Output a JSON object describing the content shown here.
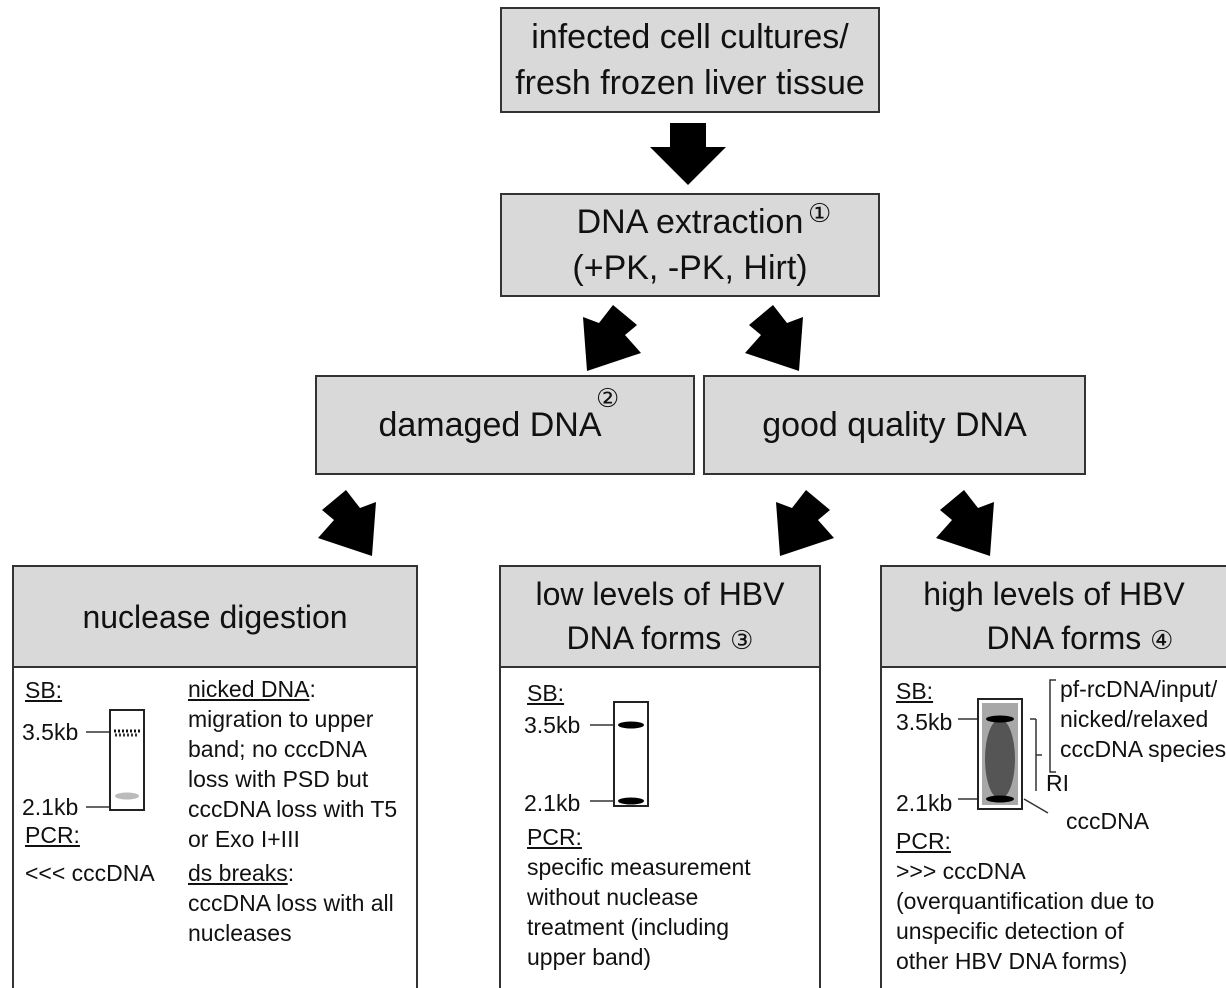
{
  "top_box": {
    "line1": "infected cell cultures/",
    "line2": "fresh frozen liver tissue"
  },
  "extraction_box": {
    "line1": "DNA extraction",
    "marker": "①",
    "line2": "(+PK, -PK, Hirt)"
  },
  "damaged_box": {
    "label": "damaged DNA",
    "marker": "②"
  },
  "good_box": {
    "label": "good quality DNA"
  },
  "panel_nuclease": {
    "title": "nuclease digestion",
    "sb_label": "SB:",
    "marker_35": "3.5kb",
    "marker_21": "2.1kb",
    "pcr_label": "PCR:",
    "pcr_text": "<<< cccDNA",
    "nicked_heading": "nicked DNA",
    "nicked_colon": ":",
    "nicked_lines": [
      "migration to upper",
      "band; no cccDNA",
      "loss with PSD but",
      "cccDNA loss with T5",
      "or Exo I+III"
    ],
    "ds_heading": "ds breaks",
    "ds_colon": ":",
    "ds_lines": [
      "cccDNA loss with all",
      "nucleases"
    ]
  },
  "panel_low": {
    "title_line1": "low levels of HBV",
    "title_line2": "DNA forms",
    "marker": "③",
    "sb_label": "SB:",
    "marker_35": "3.5kb",
    "marker_21": "2.1kb",
    "pcr_label": "PCR:",
    "pcr_lines": [
      "specific measurement",
      "without nuclease",
      "treatment (including",
      "upper band)"
    ]
  },
  "panel_high": {
    "title_line1": "high levels of HBV",
    "title_line2": "DNA forms",
    "marker": "④",
    "sb_label": "SB:",
    "marker_35": "3.5kb",
    "marker_21": "2.1kb",
    "annot_top": [
      "pf-rcDNA/input/",
      "nicked/relaxed",
      "cccDNA species"
    ],
    "annot_ri": "RI",
    "annot_ccc": "cccDNA",
    "pcr_label": "PCR:",
    "pcr_lines": [
      ">>> cccDNA",
      "(overquantification due to",
      "unspecific detection of",
      "other HBV DNA forms)"
    ]
  }
}
